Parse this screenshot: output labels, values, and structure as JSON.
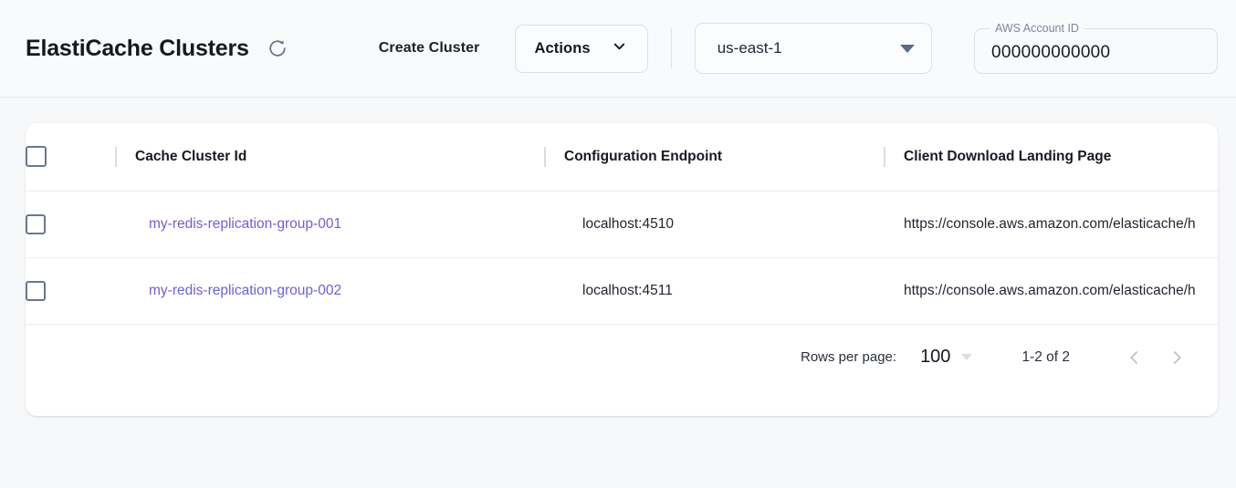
{
  "header": {
    "title": "ElastiCache Clusters",
    "refresh_icon": "refresh-icon",
    "create_cluster_label": "Create Cluster",
    "actions_label": "Actions",
    "actions_caret_icon": "chevron-down-icon",
    "region": {
      "value": "us-east-1",
      "caret_icon": "caret-down-icon"
    },
    "account": {
      "legend": "AWS Account ID",
      "value": "000000000000",
      "placeholder": "AWS Account ID"
    }
  },
  "table": {
    "columns": [
      {
        "key": "select",
        "label": ""
      },
      {
        "key": "id",
        "label": "Cache Cluster Id"
      },
      {
        "key": "endpoint",
        "label": "Configuration Endpoint"
      },
      {
        "key": "landing",
        "label": "Client Download Landing Page"
      }
    ],
    "rows": [
      {
        "id": "my-redis-replication-group-001",
        "endpoint": "localhost:4510",
        "landing": "https://console.aws.amazon.com/elasticache/h"
      },
      {
        "id": "my-redis-replication-group-002",
        "endpoint": "localhost:4511",
        "landing": "https://console.aws.amazon.com/elasticache/h"
      }
    ]
  },
  "pagination": {
    "rows_per_page_label": "Rows per page:",
    "rows_per_page_value": "100",
    "range_label": "1-2 of 2",
    "prev_icon": "chevron-left-icon",
    "next_icon": "chevron-right-icon"
  },
  "colors": {
    "link": "#6b62d6",
    "page_bg": "#f7f8fa",
    "card_bg": "#ffffff",
    "checkbox_border": "#68788f",
    "caret": "#5a6b86"
  }
}
